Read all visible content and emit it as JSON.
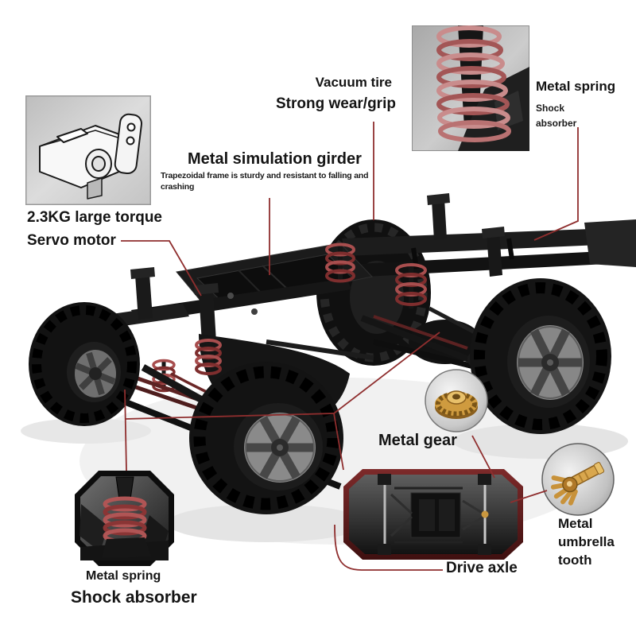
{
  "annotations": {
    "servo": {
      "spec": "2.3KG large torque",
      "label": "Servo motor"
    },
    "tire": {
      "label": "Vacuum tire",
      "feature": "Strong wear/grip"
    },
    "girder": {
      "label": "Metal simulation girder",
      "description": "Trapezoidal frame is sturdy and resistant to falling and crashing"
    },
    "spring_top": {
      "label": "Metal spring",
      "sublabel": "Shock absorber"
    },
    "gear": {
      "label": "Metal gear"
    },
    "umbrella_tooth": {
      "label": "Metal umbrella tooth"
    },
    "drive_axle": {
      "label": "Drive axle"
    },
    "spring_bottom": {
      "label": "Metal spring",
      "sublabel": "Shock absorber"
    }
  },
  "colors": {
    "leader_line": "#8f2e2e",
    "label_text": "#141414",
    "spring_red": "#a84e4e",
    "gear_gold": "#cf9b3f",
    "chassis_black": "#1a1a1a"
  }
}
